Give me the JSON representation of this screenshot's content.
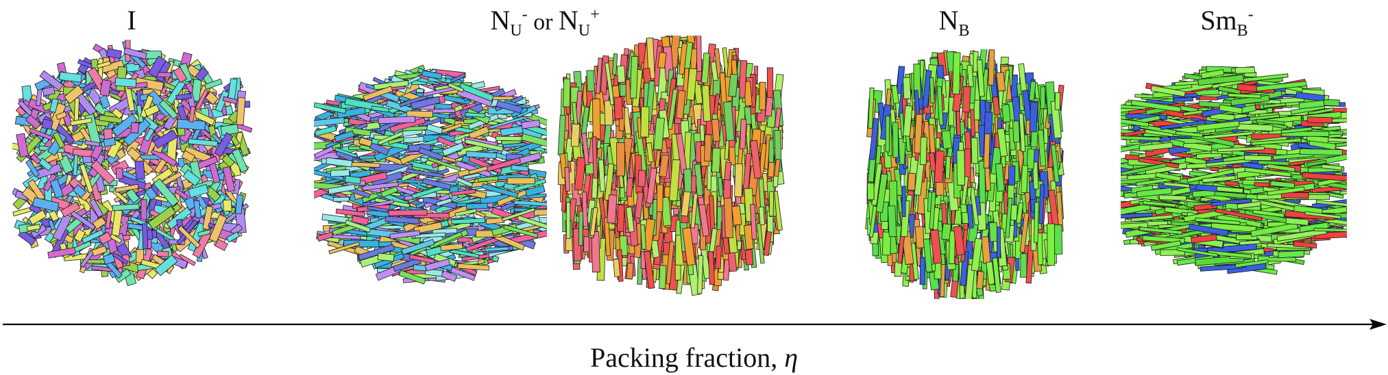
{
  "phases": [
    {
      "id": "I",
      "label_main": "I",
      "palette": [
        "#6fe3b0",
        "#b18cf0",
        "#9ad14a",
        "#f07aa8",
        "#5bb0f0",
        "#f0c36b",
        "#7a5ce0",
        "#63e0e0",
        "#d06bd0",
        "#e8e86a"
      ]
    },
    {
      "id": "NU-minus",
      "palette": [
        "#5cc9e8",
        "#6a7ae0",
        "#a8f07a",
        "#f0609a",
        "#4fe0c0",
        "#c48ef0",
        "#7ae05c",
        "#e8c05c",
        "#3ab0e0",
        "#9ae8e8"
      ]
    },
    {
      "id": "NU-plus",
      "palette": [
        "#f0a030",
        "#f05050",
        "#8ae050",
        "#e8d060",
        "#f07890",
        "#70d060",
        "#e89040",
        "#c0e040",
        "#f06070",
        "#b0f070"
      ]
    },
    {
      "id": "NB",
      "label_main": "N",
      "label_sub": "B",
      "palette": [
        "#7cf040",
        "#5ae04a",
        "#a0f060",
        "#3a60e0",
        "#f05050",
        "#6ae040",
        "#90f050",
        "#e8a040"
      ]
    },
    {
      "id": "SmB-minus",
      "label_main": "Sm",
      "label_sub": "B",
      "label_sup": "-",
      "palette": [
        "#7cf040",
        "#66e848",
        "#8cf050",
        "#3a60e0",
        "#f04040",
        "#5ad83c",
        "#9af060",
        "#70ec44"
      ]
    }
  ],
  "nu_label": {
    "n1": "N",
    "sub1": "U",
    "sup1": "-",
    "middle": " or ",
    "n2": "N",
    "sub2": "U",
    "sup2": "+"
  },
  "axis": {
    "label_text": "Packing fraction, ",
    "symbol": "η",
    "color": "#000000"
  }
}
